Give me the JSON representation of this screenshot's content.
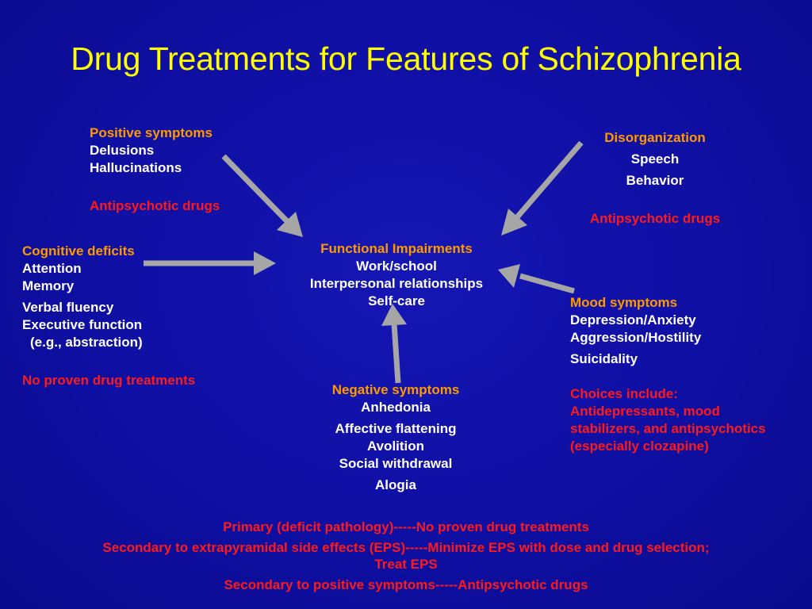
{
  "title": "Drug Treatments for Features of Schizophrenia",
  "positive": {
    "heading": "Positive symptoms",
    "items": [
      "Delusions",
      "Hallucinations"
    ],
    "treatment": "Antipsychotic drugs"
  },
  "disorganization": {
    "heading": "Disorganization",
    "items": [
      "Speech",
      "Behavior"
    ],
    "treatment": "Antipsychotic drugs"
  },
  "cognitive": {
    "heading": "Cognitive deficits",
    "items": [
      "Attention",
      "Memory",
      "Verbal fluency",
      "Executive function",
      "(e.g., abstraction)"
    ],
    "treatment": "No proven drug treatments"
  },
  "functional": {
    "heading": "Functional Impairments",
    "items": [
      "Work/school",
      "Interpersonal relationships",
      "Self-care"
    ]
  },
  "mood": {
    "heading": "Mood symptoms",
    "items": [
      "Depression/Anxiety",
      "Aggression/Hostility",
      "Suicidality"
    ],
    "treatment_lines": [
      "Choices include:",
      "Antidepressants, mood",
      "stabilizers, and antipsychotics",
      "(especially clozapine)"
    ]
  },
  "negative": {
    "heading": "Negative symptoms",
    "items": [
      "Anhedonia",
      "Affective flattening",
      "Avolition",
      "Social withdrawal",
      "Alogia"
    ]
  },
  "bottom_notes": {
    "primary": "Primary (deficit pathology)-----No proven drug treatments",
    "secondary_eps_1": "Secondary to extrapyramidal side effects (EPS)-----Minimize EPS with dose and drug selection;",
    "secondary_eps_2": "Treat EPS",
    "secondary_positive": "Secondary to positive symptoms-----Antipsychotic drugs"
  },
  "colors": {
    "background": "#0f0fa3",
    "title": "#ffff00",
    "heading": "#ff9900",
    "body_text": "#ffffff",
    "treatment": "#ff1a1a",
    "arrow": "#a6a6a6"
  }
}
